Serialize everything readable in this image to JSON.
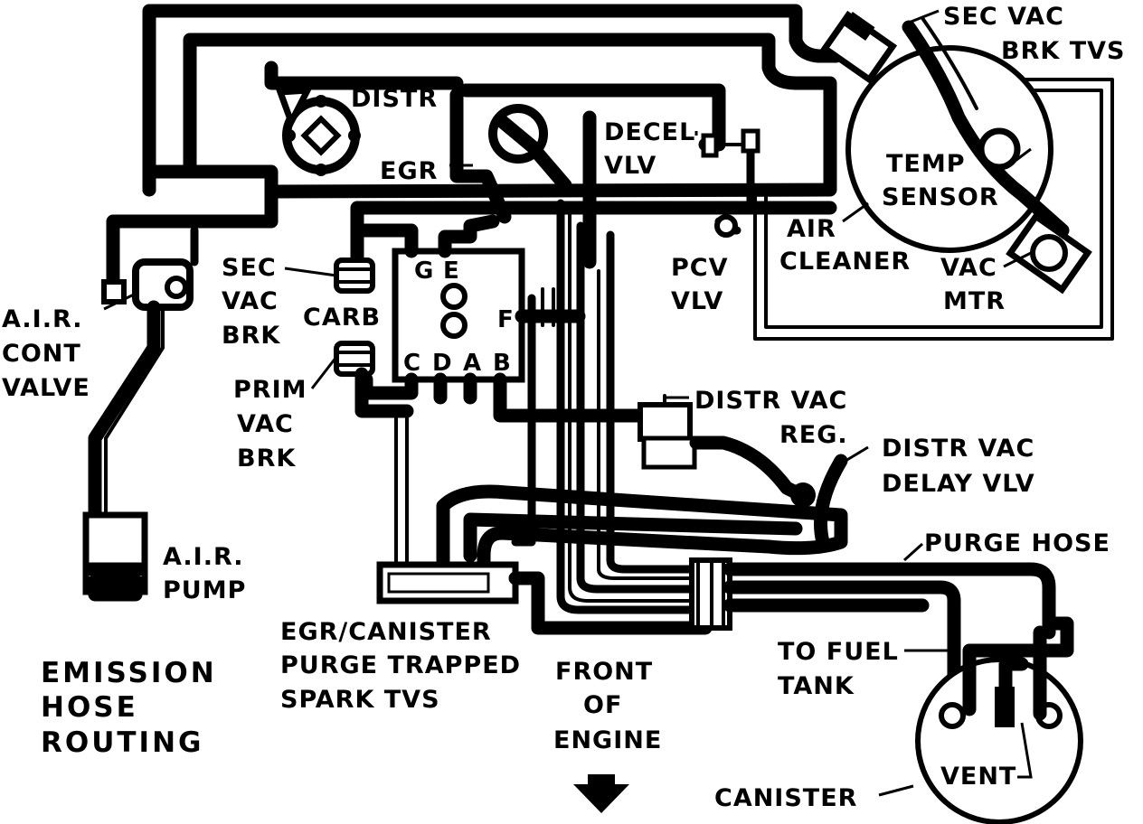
{
  "labels": {
    "sec_vac_brk_tvs": [
      "SEC VAC",
      "BRK TVS"
    ],
    "distr": "DISTR",
    "decel_vlv": [
      "DECEL",
      "VLV"
    ],
    "egr": "EGR",
    "temp_sensor": [
      "TEMP",
      "SENSOR"
    ],
    "air_cleaner": [
      "AIR",
      "CLEANER"
    ],
    "vac_mtr": [
      "VAC",
      "MTR"
    ],
    "pcv_vlv": [
      "PCV",
      "VLV"
    ],
    "sec_vac_brk": [
      "SEC",
      "VAC",
      "BRK"
    ],
    "carb": "CARB",
    "air_cont_valve": [
      "A.I.R.",
      "CONT",
      "VALVE"
    ],
    "prim_vac_brk": [
      "PRIM",
      "VAC",
      "BRK"
    ],
    "distr_vac_reg": [
      "DISTR VAC",
      "REG."
    ],
    "distr_vac_delay_vlv": [
      "DISTR VAC",
      "DELAY VLV"
    ],
    "purge_hose": "PURGE HOSE",
    "air_pump": [
      "A.I.R.",
      "PUMP"
    ],
    "egr_canister": [
      "EGR/CANISTER",
      "PURGE TRAPPED",
      "SPARK TVS"
    ],
    "front_of_engine": [
      "FRONT",
      "OF",
      "ENGINE"
    ],
    "to_fuel_tank": [
      "TO FUEL",
      "TANK"
    ],
    "vent": "VENT",
    "canister": "CANISTER",
    "title": [
      "EMISSION",
      "HOSE",
      "ROUTING"
    ]
  },
  "carb_ports": {
    "top": [
      "G",
      "E"
    ],
    "side": "F",
    "bottom": [
      "C",
      "D",
      "A",
      "B"
    ]
  }
}
